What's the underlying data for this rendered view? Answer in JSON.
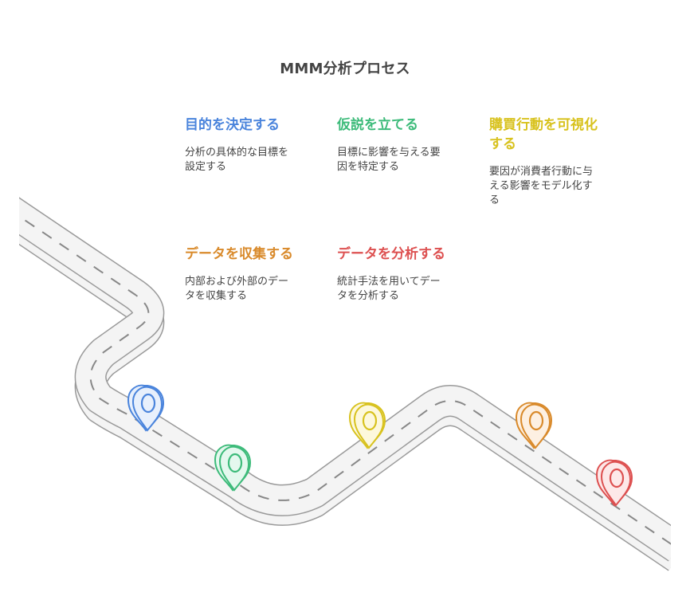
{
  "title": "MMM分析プロセス",
  "steps": [
    {
      "title": "目的を決定する",
      "description": "分析の具体的な目標を設定する",
      "color": "#4a84dc",
      "pin_fill": "#e8f0fc"
    },
    {
      "title": "データを収集する",
      "description": "内部および外部のデータを収集する",
      "color": "#d98a2b",
      "pin_fill": "#fdf0e2"
    },
    {
      "title": "仮説を立てる",
      "description": "目標に影響を与える要因を特定する",
      "color": "#3dbb7a",
      "pin_fill": "#e4f8ee"
    },
    {
      "title": "データを分析する",
      "description": "統計手法を用いてデータを分析する",
      "color": "#dd5050",
      "pin_fill": "#fde8e8"
    },
    {
      "title": "購買行動を可視化する",
      "description": "要因が消費者行動に与える影響をモデル化する",
      "color": "#d8c21e",
      "pin_fill": "#fdf8dc"
    }
  ],
  "road": {
    "surface": "#f4f4f4",
    "edge": "#9a9a9a",
    "dash": "#888888"
  },
  "pins": [
    {
      "step": 0,
      "icon": "map-pin-icon",
      "color": "#4a84dc"
    },
    {
      "step": 2,
      "icon": "map-pin-icon",
      "color": "#3dbb7a"
    },
    {
      "step": 4,
      "icon": "map-pin-icon",
      "color": "#d8c21e"
    },
    {
      "step": 1,
      "icon": "map-pin-icon",
      "color": "#d98a2b"
    },
    {
      "step": 3,
      "icon": "map-pin-icon",
      "color": "#dd5050"
    }
  ]
}
